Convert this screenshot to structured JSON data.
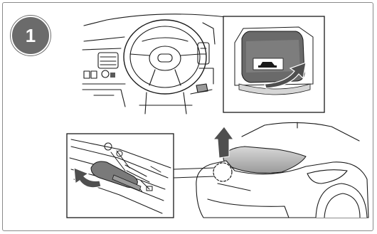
{
  "step": {
    "number": "1"
  },
  "colors": {
    "badge": "#6b6b6b",
    "line": "#1a1a1a",
    "callout_fill": "#bdbdbd",
    "callout_dark": "#5a5a5a",
    "arrow": "#4f4f4f"
  },
  "icons": [
    "dashboard-steering-wheel-illustration",
    "hood-release-lever-closeup",
    "car-front-open-hood-illustration",
    "secondary-latch-closeup",
    "rotate-arrow-icon",
    "lift-arrow-icon"
  ]
}
